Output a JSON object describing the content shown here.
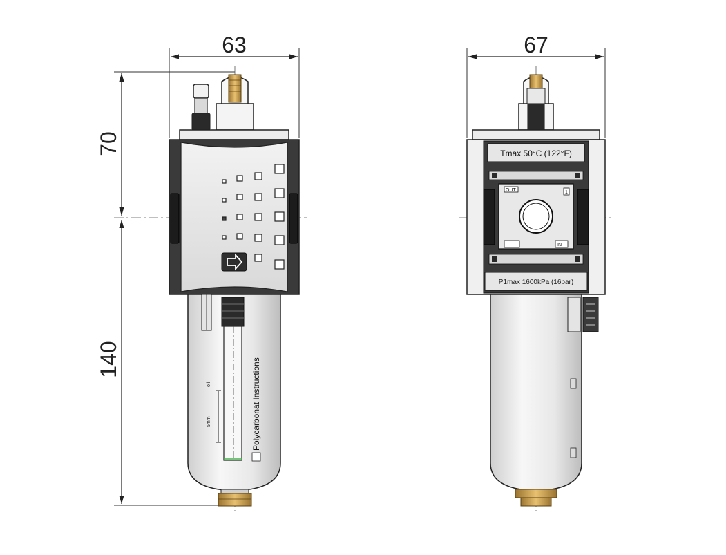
{
  "dimensions": {
    "width_front": "63",
    "width_side": "67",
    "height_top": "70",
    "height_bottom": "140"
  },
  "labels": {
    "tmax": "Tmax 50°C (122°F)",
    "p1max": "P1max 1600kPa (16bar)",
    "bowl_instructions": "Polycarbonat Instructions",
    "scale_max": "oil",
    "scale_min": "5mm",
    "port_in": "IN",
    "port_out": "OUT",
    "port_num": "1"
  },
  "colors": {
    "outline": "#222222",
    "body_dark": "#3a3a3a",
    "body_light": "#e6e6e6",
    "bowl": "#f0f0f0",
    "brass": "#c8a050",
    "centerline": "#555555"
  }
}
